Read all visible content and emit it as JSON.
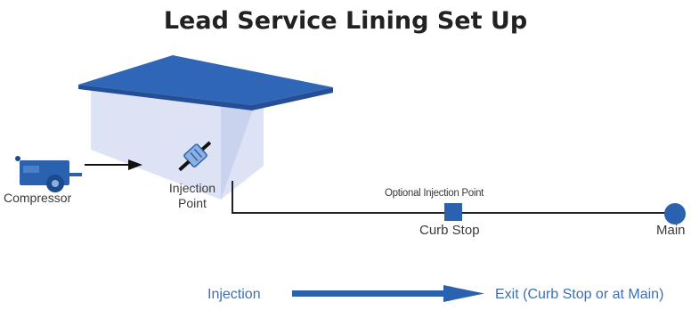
{
  "title": "Lead Service Lining Set Up",
  "labels": {
    "compressor": "Compressor",
    "injection_point_line1": "Injection",
    "injection_point_line2": "Point",
    "optional_injection_point": "Optional Injection Point",
    "curb_stop": "Curb Stop",
    "main": "Main"
  },
  "flow": {
    "start_label": "Injection",
    "end_label": "Exit (Curb Stop or at Main)"
  },
  "colors": {
    "roof": "#2f66b7",
    "house_wall": "#dde3f5",
    "pipe": "#222222",
    "accent_blue": "#2a62b0",
    "flow_text": "#3f6fb0"
  },
  "icons": [
    "house-icon",
    "compressor-icon",
    "injection-nozzle-icon",
    "curb-stop-valve-icon",
    "water-main-icon"
  ]
}
